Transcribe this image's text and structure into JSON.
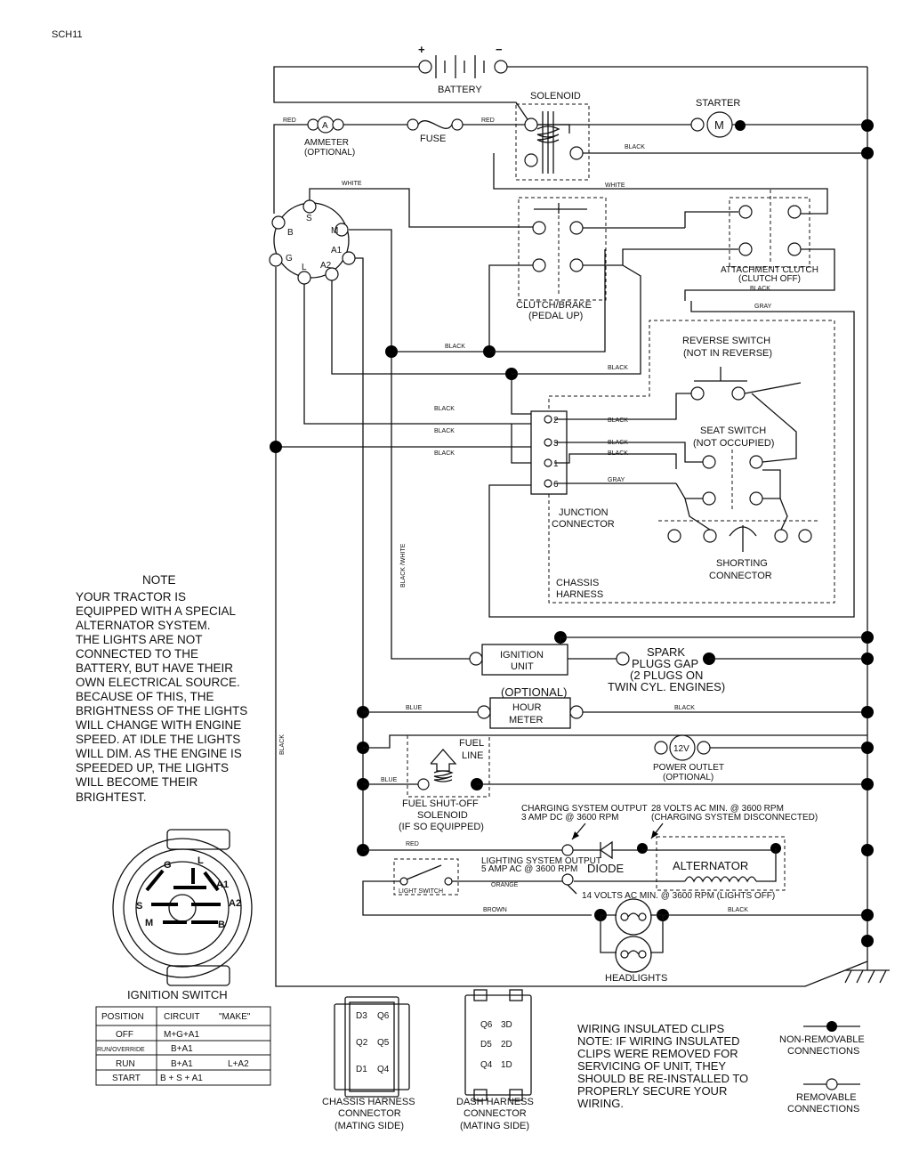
{
  "page_id": "SCH11",
  "wires": {
    "red": "RED",
    "black": "BLACK",
    "white": "WHITE",
    "gray": "GRAY",
    "blue": "BLUE",
    "orange": "ORANGE",
    "brown": "BROWN",
    "black_white": "BLACK /WHITE"
  },
  "components": {
    "battery": "BATTERY",
    "battery_plus": "+",
    "battery_minus": "−",
    "solenoid": "SOLENOID",
    "starter": "STARTER",
    "starter_motor": "M",
    "ammeter_symbol": "A",
    "ammeter": [
      "AMMETER",
      "(OPTIONAL)"
    ],
    "fuse": "FUSE",
    "ignition_terminals": [
      "S",
      "B",
      "G",
      "L",
      "A2",
      "A1",
      "M"
    ],
    "clutch_brake": [
      "CLUTCH/BRAKE",
      "(PEDAL UP)"
    ],
    "attachment_clutch": [
      "ATTACHMENT CLUTCH",
      "(CLUTCH OFF)"
    ],
    "reverse_switch": [
      "REVERSE SWITCH",
      "(NOT IN REVERSE)"
    ],
    "seat_switch": [
      "SEAT SWITCH",
      "(NOT OCCUPIED)"
    ],
    "junction_pins": [
      "2",
      "3",
      "1",
      "6"
    ],
    "junction_connector": [
      "JUNCTION",
      "CONNECTOR"
    ],
    "shorting_connector": [
      "SHORTING",
      "CONNECTOR"
    ],
    "chassis_harness": [
      "CHASSIS",
      "HARNESS"
    ],
    "ignition_unit": [
      "IGNITION",
      "UNIT"
    ],
    "spark_plugs": [
      "SPARK",
      "PLUGS GAP",
      "(2 PLUGS ON",
      "TWIN CYL. ENGINES)"
    ],
    "optional": "(OPTIONAL)",
    "hour_meter": [
      "HOUR",
      "METER"
    ],
    "fuel_line": [
      "FUEL",
      "LINE"
    ],
    "power_outlet_symbol": "12V",
    "power_outlet": [
      "POWER OUTLET",
      "(OPTIONAL)"
    ],
    "fuel_solenoid": [
      "FUEL SHUT-OFF",
      "SOLENOID",
      "(IF SO EQUIPPED)"
    ],
    "charging_output": [
      "CHARGING SYSTEM OUTPUT",
      "3 AMP DC @ 3600 RPM"
    ],
    "volts_28": [
      "28 VOLTS AC MIN. @ 3600 RPM",
      "(CHARGING SYSTEM DISCONNECTED)"
    ],
    "lighting_output": [
      "LIGHTING SYSTEM OUTPUT",
      "5 AMP AC @ 3600 RPM"
    ],
    "diode": "DIODE",
    "alternator": "ALTERNATOR",
    "light_switch": "LIGHT SWITCH",
    "volts_14": "14 VOLTS AC MIN. @ 3600 RPM (LIGHTS OFF)",
    "headlights": "HEADLIGHTS"
  },
  "note": {
    "title": "NOTE",
    "lines": [
      "YOUR TRACTOR IS",
      "EQUIPPED WITH A SPECIAL",
      "ALTERNATOR SYSTEM.",
      "THE LIGHTS ARE NOT",
      "CONNECTED TO THE",
      "BATTERY, BUT HAVE THEIR",
      "OWN ELECTRICAL SOURCE.",
      "BECAUSE OF THIS, THE",
      "BRIGHTNESS OF THE LIGHTS",
      "WILL CHANGE WITH ENGINE",
      "SPEED.  AT IDLE THE LIGHTS",
      "WILL DIM.  AS THE ENGINE IS",
      "SPEEDED UP, THE LIGHTS",
      "WILL BECOME THEIR",
      "BRIGHTEST."
    ]
  },
  "ignition_switch": {
    "title": "IGNITION SWITCH",
    "face_labels": [
      "G",
      "L",
      "A1",
      "S",
      "A2",
      "M",
      "B"
    ],
    "table": {
      "headers": [
        "POSITION",
        "CIRCUIT",
        "\"MAKE\""
      ],
      "rows": [
        [
          "OFF",
          "M+G+A1",
          ""
        ],
        [
          "RUN/OVERRIDE",
          "B+A1",
          ""
        ],
        [
          "RUN",
          "B+A1",
          "L+A2"
        ],
        [
          "START",
          "B + S + A1",
          ""
        ]
      ]
    }
  },
  "connectors": {
    "chassis": {
      "pins": [
        "D3",
        "Q6",
        "Q2",
        "Q5",
        "D1",
        "Q4"
      ],
      "label": [
        "CHASSIS HARNESS",
        "CONNECTOR",
        "(MATING SIDE)"
      ]
    },
    "dash": {
      "pins": [
        "Q6",
        "3D",
        "D5",
        "2D",
        "Q4",
        "1D"
      ],
      "label": [
        "DASH HARNESS",
        "CONNECTOR",
        "(MATING SIDE)"
      ]
    }
  },
  "legend": {
    "clips_note": [
      "WIRING INSULATED CLIPS",
      "NOTE: IF WIRING INSULATED",
      "CLIPS WERE REMOVED FOR",
      "SERVICING OF UNIT, THEY",
      "SHOULD BE RE-INSTALLED TO",
      "PROPERLY SECURE YOUR",
      "WIRING."
    ],
    "non_removable": [
      "NON-REMOVABLE",
      "CONNECTIONS"
    ],
    "removable": [
      "REMOVABLE",
      "CONNECTIONS"
    ]
  }
}
